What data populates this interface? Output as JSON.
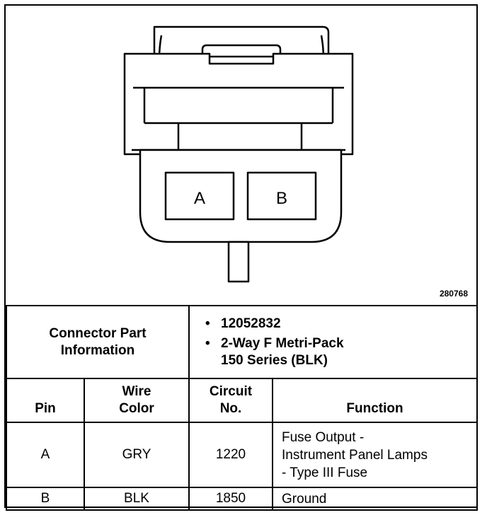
{
  "diagram": {
    "pin_labels": [
      "A",
      "B"
    ],
    "figure_number": "280768"
  },
  "connector_info": {
    "label": "Connector Part Information",
    "details": [
      "12052832",
      "2-Way F Metri-Pack",
      "150 Series (BLK)"
    ]
  },
  "pin_table": {
    "headers": {
      "pin": "Pin",
      "wire_color": "Wire Color",
      "circuit_no": "Circuit No.",
      "function": "Function"
    },
    "rows": [
      {
        "pin": "A",
        "wire_color": "GRY",
        "circuit_no": "1220",
        "function": [
          "Fuse Output -",
          "Instrument Panel Lamps",
          "- Type III Fuse"
        ]
      },
      {
        "pin": "B",
        "wire_color": "BLK",
        "circuit_no": "1850",
        "function": [
          "Ground"
        ]
      }
    ]
  }
}
